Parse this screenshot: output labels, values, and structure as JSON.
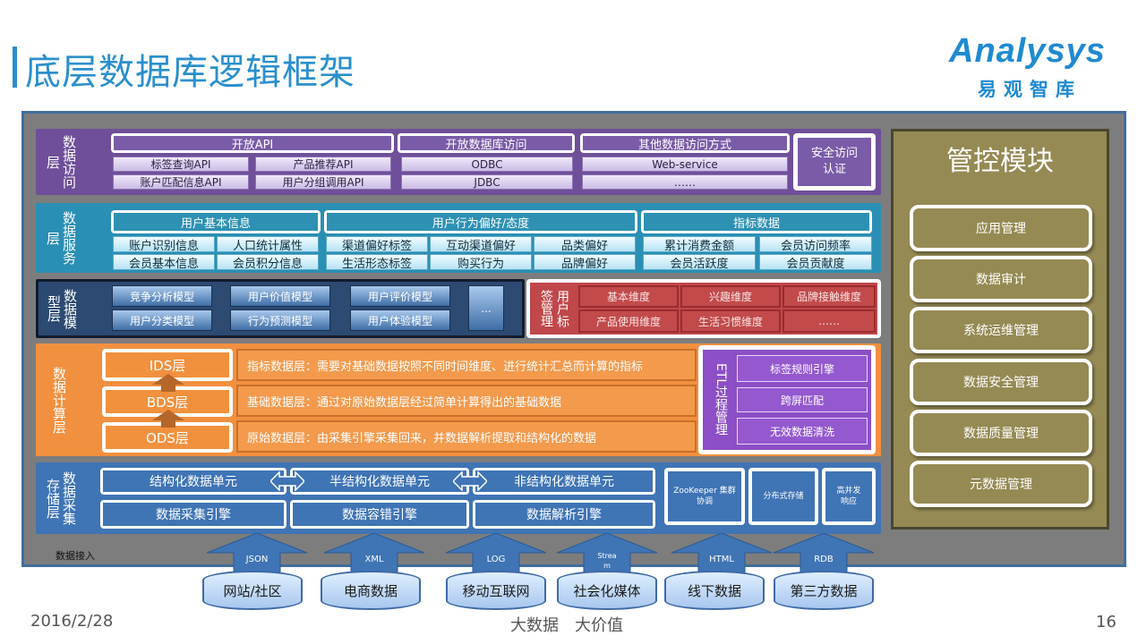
{
  "header": {
    "title": "底层数据库逻辑框架",
    "logo_en": "Analysys",
    "logo_cn": "易观智库"
  },
  "colors": {
    "title": "#2a8fcc",
    "access": "#6f4f99",
    "service": "#2a8fb5",
    "model": "#2c4a72",
    "tag": "#c0474a",
    "compute": "#f1903f",
    "etl": "#8c4fc6",
    "storage": "#3f74b5",
    "control": "#958a53"
  },
  "access_layer": {
    "label": "数据访问层",
    "groups": [
      {
        "title": "开放API",
        "items": [
          "标签查询API",
          "产品推荐API",
          "账户匹配信息API",
          "用户分组调用API"
        ]
      },
      {
        "title": "开放数据库访问",
        "items": [
          "ODBC",
          "JDBC"
        ]
      },
      {
        "title": "其他数据访问方式",
        "items": [
          "Web-service",
          "……"
        ]
      }
    ],
    "security": "安全访问认证"
  },
  "service_layer": {
    "label": "数据服务层",
    "groups": [
      {
        "title": "用户基本信息",
        "items": [
          "账户识别信息",
          "人口统计属性",
          "会员基本信息",
          "会员积分信息"
        ]
      },
      {
        "title": "用户行为偏好/态度",
        "items": [
          "渠道偏好标签",
          "互动渠道偏好",
          "品类偏好",
          "生活形态标签",
          "购买行为",
          "品牌偏好"
        ]
      },
      {
        "title": "指标数据",
        "items": [
          "累计消费金额",
          "会员访问频率",
          "会员活跃度",
          "会员贡献度"
        ]
      }
    ]
  },
  "model_layer": {
    "label": "数据模型层",
    "items": [
      "竞争分析模型",
      "用户价值模型",
      "用户评价模型",
      "用户分类模型",
      "行为预测模型",
      "用户体验模型"
    ],
    "more": "..."
  },
  "tag_layer": {
    "label": "用户标签管理",
    "items": [
      "基本维度",
      "兴趣维度",
      "品牌接触维度",
      "产品使用维度",
      "生活习惯维度",
      "……"
    ]
  },
  "compute_layer": {
    "label": "数据计算层",
    "levels": [
      {
        "name": "IDS层",
        "desc": "指标数据层：需要对基础数据按照不同时间维度、进行统计汇总而计算的指标"
      },
      {
        "name": "BDS层",
        "desc": "基础数据层：通过对原始数据层经过简单计算得出的基础数据"
      },
      {
        "name": "ODS层",
        "desc": "原始数据层：由采集引擎采集回来，并数据解析提取和结构化的数据"
      }
    ],
    "etl": {
      "label": "ETL过程管理",
      "items": [
        "标签规则引擎",
        "跨屏匹配",
        "无效数据清洗"
      ]
    }
  },
  "storage_layer": {
    "label": "数据采集存储层",
    "units": [
      "结构化数据单元",
      "半结构化数据单元",
      "非结构化数据单元"
    ],
    "engines": [
      "数据采集引擎",
      "数据容错引擎",
      "数据解析引擎"
    ],
    "infra": [
      "ZooKeeper 集群协调",
      "分布式存储",
      "高并发 响应"
    ]
  },
  "control_module": {
    "title": "管控模块",
    "items": [
      "应用管理",
      "数据审计",
      "系统运维管理",
      "数据安全管理",
      "数据质量管理",
      "元数据管理"
    ]
  },
  "ingest": {
    "label": "数据接入",
    "formats": [
      "JSON",
      "XML",
      "LOG",
      "Stream",
      "HTML",
      "RDB"
    ],
    "sources": [
      "网站/社区",
      "电商数据",
      "移动互联网",
      "社会化媒体",
      "线下数据",
      "第三方数据"
    ]
  },
  "footer": {
    "date": "2016/2/28",
    "slogan": "大数据　大价值",
    "page": "16"
  }
}
